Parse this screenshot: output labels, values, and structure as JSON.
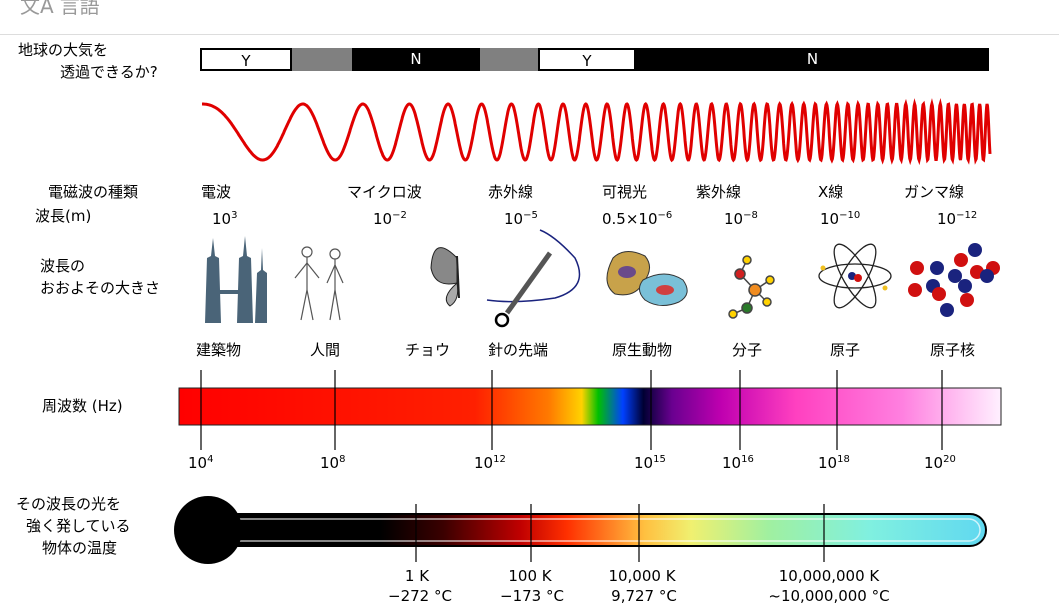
{
  "header": {
    "language_label": "言語"
  },
  "atmosphere": {
    "label_line1": "地球の大気を",
    "label_line2": "透過できるか?",
    "segments": [
      {
        "text": "Y",
        "fill": "#ffffff"
      },
      {
        "text": "",
        "fill": "#808080"
      },
      {
        "text": "N",
        "fill": "#000000"
      },
      {
        "text": "",
        "fill": "#808080"
      },
      {
        "text": "Y",
        "fill": "#ffffff"
      },
      {
        "text": "N",
        "fill": "#000000"
      }
    ]
  },
  "wave": {
    "color": "#e00000"
  },
  "types": {
    "row_label": "電磁波の種類",
    "wavelength_label": "波長(m)",
    "items": [
      {
        "name": "電波",
        "base": "10",
        "exp": "3"
      },
      {
        "name": "マイクロ波",
        "base": "10",
        "exp": "−2"
      },
      {
        "name": "赤外線",
        "base": "10",
        "exp": "−5"
      },
      {
        "name": "可視光",
        "base": "0.5×10",
        "exp": "−6"
      },
      {
        "name": "紫外線",
        "base": "10",
        "exp": "−8"
      },
      {
        "name": "X線",
        "base": "10",
        "exp": "−10"
      },
      {
        "name": "ガンマ線",
        "base": "10",
        "exp": "−12"
      }
    ]
  },
  "scale": {
    "label_line1": "波長の",
    "label_line2": "おおよその大きさ",
    "items": [
      "建築物",
      "人間",
      "チョウ",
      "針の先端",
      "原生動物",
      "分子",
      "原子",
      "原子核"
    ]
  },
  "frequency": {
    "label": "周波数 (Hz)",
    "ticks": [
      {
        "base": "10",
        "exp": "4"
      },
      {
        "base": "10",
        "exp": "8"
      },
      {
        "base": "10",
        "exp": "12"
      },
      {
        "base": "10",
        "exp": "15"
      },
      {
        "base": "10",
        "exp": "16"
      },
      {
        "base": "10",
        "exp": "18"
      },
      {
        "base": "10",
        "exp": "20"
      }
    ]
  },
  "temperature": {
    "label_line1": "その波長の光を",
    "label_line2": "強く発している",
    "label_line3": "物体の温度",
    "ticks": [
      {
        "k": "1 K",
        "c": "−272 °C"
      },
      {
        "k": "100 K",
        "c": "−173 °C"
      },
      {
        "k": "10,000 K",
        "c": "9,727 °C"
      },
      {
        "k": "10,000,000 K",
        "c": "~10,000,000 °C"
      }
    ]
  }
}
